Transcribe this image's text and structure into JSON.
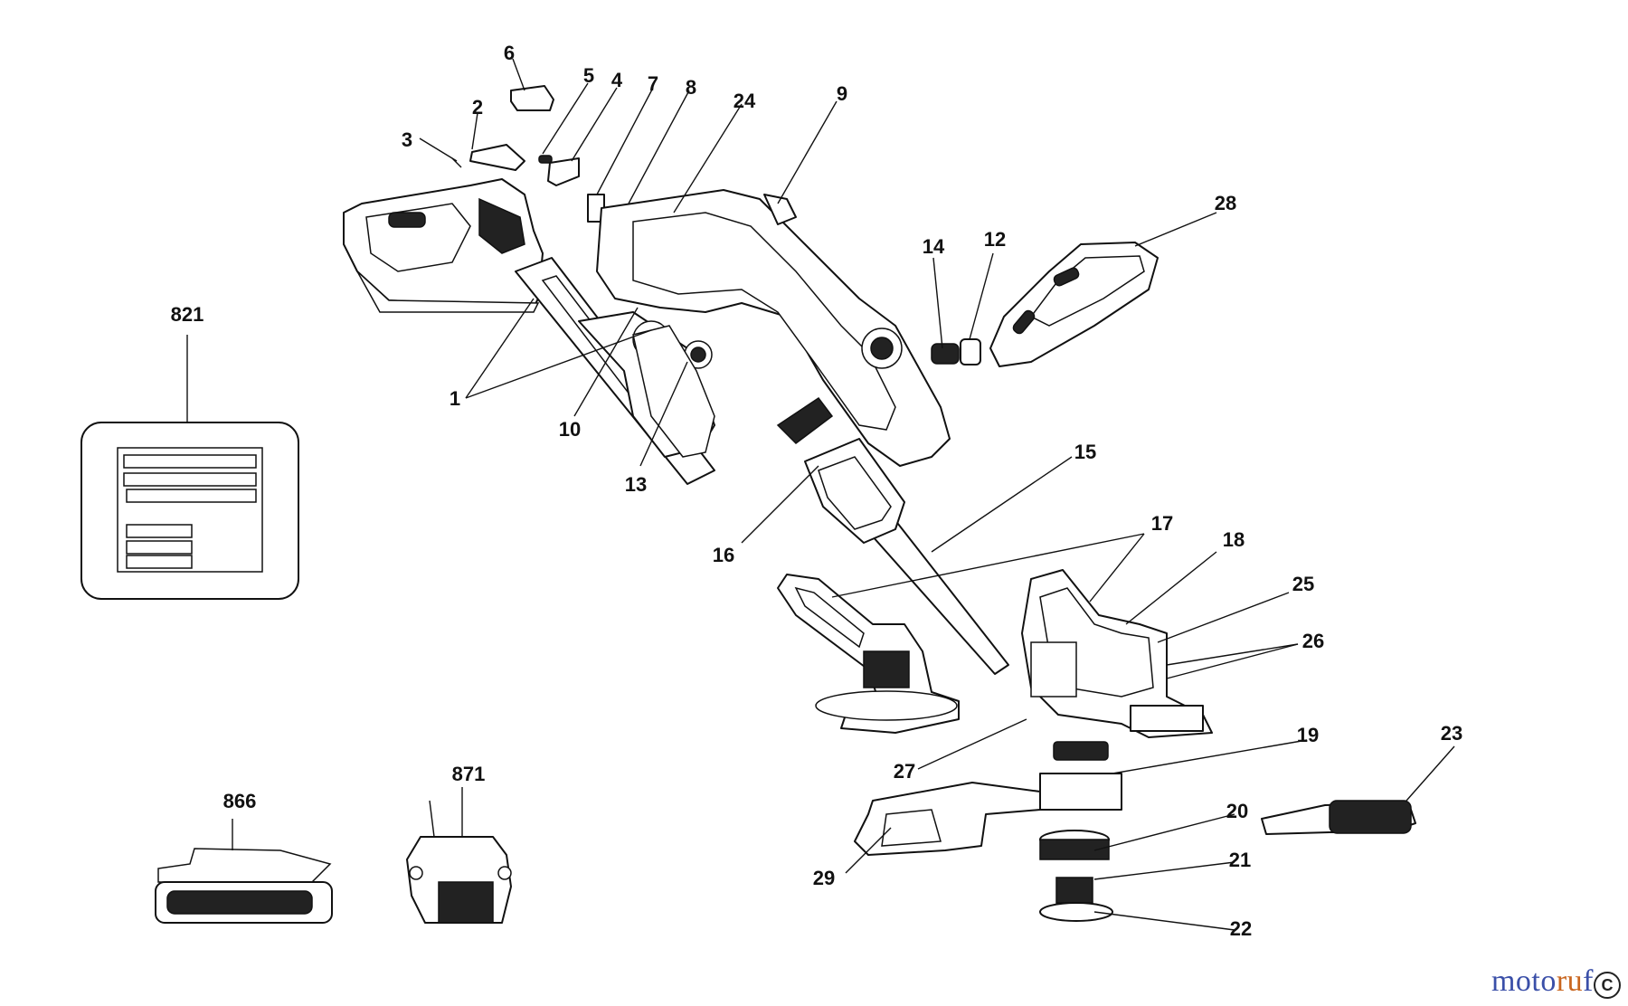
{
  "diagram": {
    "labels": [
      "821",
      "6",
      "5",
      "4",
      "7",
      "8",
      "24",
      "9",
      "3",
      "2",
      "28",
      "14",
      "12",
      "1",
      "10",
      "13",
      "15",
      "16",
      "17",
      "18",
      "25",
      "26",
      "19",
      "27",
      "23",
      "20",
      "21",
      "22",
      "29",
      "866",
      "871"
    ]
  },
  "watermark": {
    "part1": "moto",
    "part2": "ru",
    "part3": "f"
  }
}
